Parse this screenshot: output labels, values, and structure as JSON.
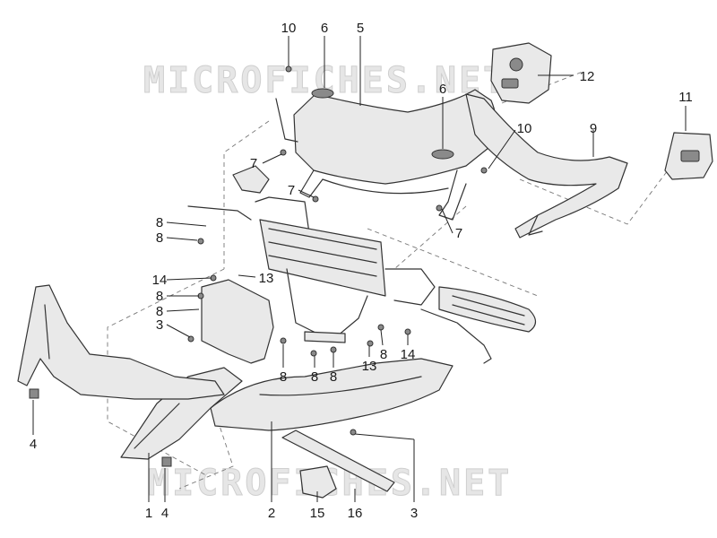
{
  "watermark": {
    "text": "MICROFICHES.NET"
  },
  "callouts": [
    {
      "id": "c10a",
      "label": "10"
    },
    {
      "id": "c6a",
      "label": "6"
    },
    {
      "id": "c5",
      "label": "5"
    },
    {
      "id": "c12",
      "label": "12"
    },
    {
      "id": "c6b",
      "label": "6"
    },
    {
      "id": "c11",
      "label": "11"
    },
    {
      "id": "c10b",
      "label": "10"
    },
    {
      "id": "c9",
      "label": "9"
    },
    {
      "id": "c7a",
      "label": "7"
    },
    {
      "id": "c7b",
      "label": "7"
    },
    {
      "id": "c7c",
      "label": "7"
    },
    {
      "id": "c8a",
      "label": "8"
    },
    {
      "id": "c8b",
      "label": "8"
    },
    {
      "id": "c13a",
      "label": "13"
    },
    {
      "id": "c14a",
      "label": "14"
    },
    {
      "id": "c8c",
      "label": "8"
    },
    {
      "id": "c8d",
      "label": "8"
    },
    {
      "id": "c3a",
      "label": "3"
    },
    {
      "id": "c4a",
      "label": "4"
    },
    {
      "id": "c8e",
      "label": "8"
    },
    {
      "id": "c8f",
      "label": "8"
    },
    {
      "id": "c8g",
      "label": "8"
    },
    {
      "id": "c13b",
      "label": "13"
    },
    {
      "id": "c8h",
      "label": "8"
    },
    {
      "id": "c14b",
      "label": "14"
    },
    {
      "id": "c1",
      "label": "1"
    },
    {
      "id": "c4b",
      "label": "4"
    },
    {
      "id": "c2",
      "label": "2"
    },
    {
      "id": "c15",
      "label": "15"
    },
    {
      "id": "c16",
      "label": "16"
    },
    {
      "id": "c3b",
      "label": "3"
    }
  ]
}
